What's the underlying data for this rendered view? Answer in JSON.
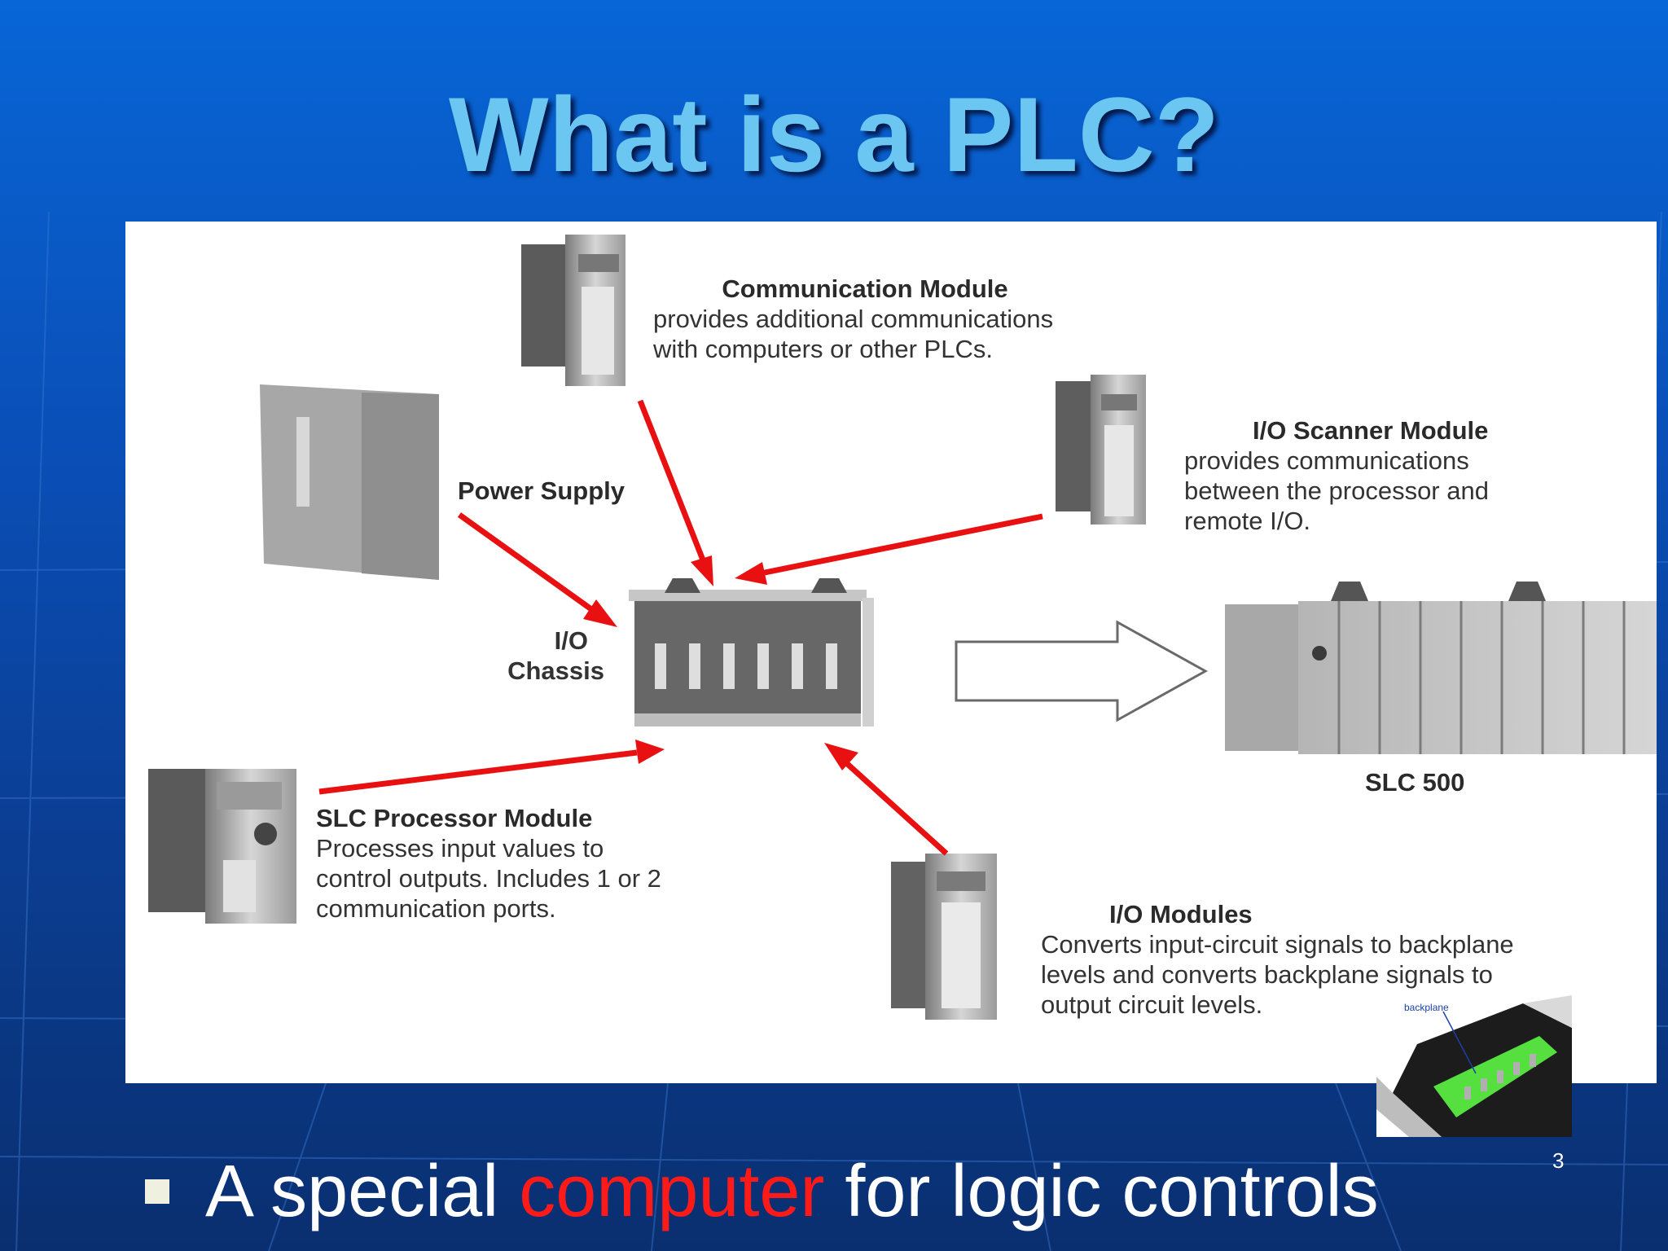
{
  "slide": {
    "title": "What is a PLC?",
    "page_number": "3",
    "bullet": {
      "text_before": "A special ",
      "highlight": "computer",
      "text_after": " for logic controls"
    },
    "colors": {
      "title": "#6cc6f2",
      "highlight": "#ff1a1a",
      "arrow": "#e81010"
    }
  },
  "diagram": {
    "communication_module": {
      "title": "Communication Module",
      "lines": [
        "provides additional communications",
        "with computers or other PLCs."
      ]
    },
    "power_supply": {
      "title": "Power Supply"
    },
    "io_scanner_module": {
      "title": "I/O Scanner Module",
      "lines": [
        "provides communications",
        "between the processor and",
        "remote I/O."
      ]
    },
    "io_chassis": {
      "line1": "I/O",
      "line2": "Chassis"
    },
    "slc_500": {
      "title": "SLC 500"
    },
    "slc_processor_module": {
      "title": "SLC Processor Module",
      "lines": [
        "Processes input values to",
        "control outputs. Includes 1 or 2",
        "communication ports."
      ]
    },
    "io_modules": {
      "title": "I/O Modules",
      "lines": [
        "Converts input-circuit signals to backplane",
        "levels and converts backplane signals to",
        "output circuit levels."
      ]
    },
    "inset": {
      "label": "backplane"
    }
  }
}
